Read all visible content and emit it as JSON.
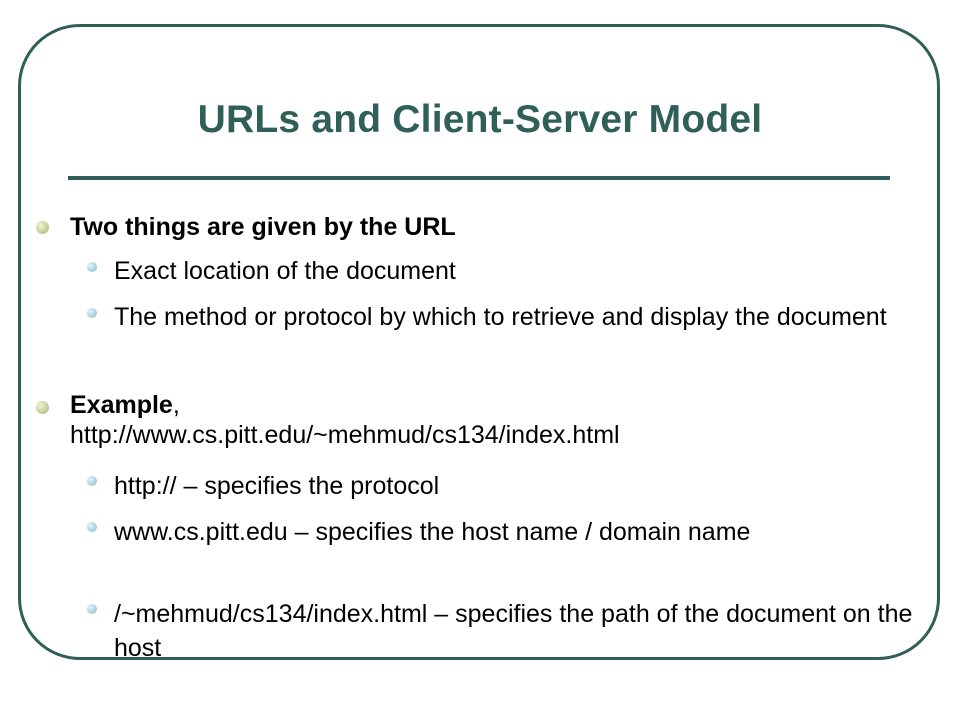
{
  "slide": {
    "title": "URLs and Client-Server Model",
    "bullets": [
      {
        "text": "Two things are given by the URL",
        "sub": [
          "Exact location of the document",
          "The method or protocol by which to retrieve and display the document"
        ]
      },
      {
        "label": "Example",
        "text_after_label": ",",
        "url": "http://www.cs.pitt.edu/~mehmud/cs134/index.html",
        "sub": [
          "http:// – specifies the protocol",
          "www.cs.pitt.edu – specifies the host name / domain name",
          "/~mehmud/cs134/index.html – specifies the path of the document on the host"
        ]
      }
    ]
  },
  "colors": {
    "title": "#2f5f57",
    "frame": "#2f5f57",
    "bullet_level1": "#c7d19a",
    "bullet_level2": "#a9d3e0"
  }
}
